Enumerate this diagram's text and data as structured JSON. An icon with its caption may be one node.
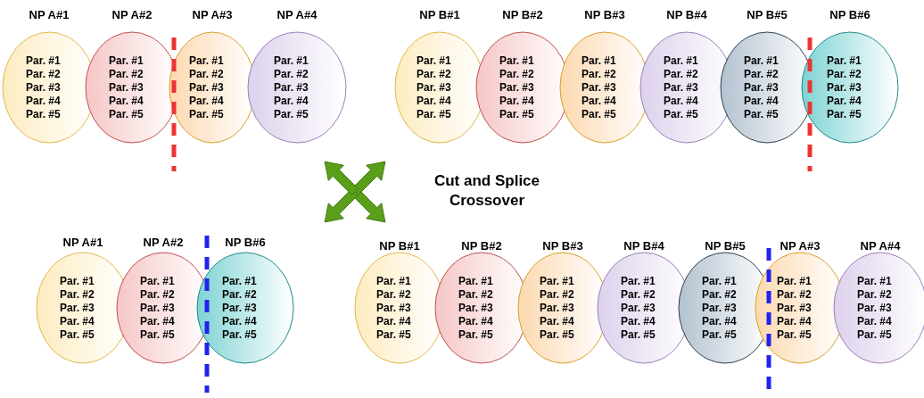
{
  "diagram": {
    "nodes": [
      {
        "text": [
          "NP A#1",
          "Par. #1 Par. #2 Par. #3 Par. #4 Par. #5"
        ]
      },
      {
        "text": [
          "NP A#2",
          "Par. #1 Par. #2 Par. #3 Par. #4 Par. #5"
        ]
      },
      {
        "text": [
          "NP A#3",
          "Par. #1 Par. #2 Par. #3 Par. #4 Par. #5"
        ]
      },
      {
        "text": [
          "NP A#4",
          "Par. #1 Par. #2 Par. #3 Par. #4 Par. #5"
        ]
      },
      {
        "text": [
          "NP B#1",
          "Par. #1 Par. #2 Par. #3 Par. #4 Par. #5"
        ]
      },
      {
        "text": [
          "NP B#2",
          "Par. #1 Par. #2 Par. #3 Par. #4 Par. #5"
        ]
      },
      {
        "text": [
          "NP B#3",
          "Par. #1 Par. #2 Par. #3 Par. #4 Par. #5"
        ]
      },
      {
        "text": [
          "NP B#4",
          "Par. #1 Par. #2 Par. #3 Par. #4 Par. #5"
        ]
      },
      {
        "text": [
          "NP B#5",
          "Par. #1 Par. #2 Par. #3 Par. #4 Par. #5"
        ]
      },
      {
        "text": [
          "NP B#6",
          "Par. #1 Par. #2 Par. #3 Par. #4 Par. #5"
        ]
      },
      {
        "text": [
          "NP A#1",
          "Par. #1 Par. #2 Par. #3 Par. #4 Par. #5"
        ]
      },
      {
        "text": [
          "NP A#2",
          "Par. #1 Par. #2 Par. #3 Par. #4 Par. #5"
        ]
      },
      {
        "text": [
          "NP B#6",
          "Par. #1 Par. #2 Par. #3 Par. #4 Par. #5"
        ]
      },
      {
        "text": [
          "NP B#1",
          "Par. #1 Par. #2 Par. #3 Par. #4 Par. #5"
        ]
      },
      {
        "text": [
          "NP B#2",
          "Par. #1 Par. #2 Par. #3 Par. #4 Par. #5"
        ]
      },
      {
        "text": [
          "NP B#3",
          "Par. #1 Par. #2 Par. #3 Par. #4 Par. #5"
        ]
      },
      {
        "text": [
          "NP B#4",
          "Par. #1 Par. #2 Par. #3 Par. #4 Par. #5"
        ]
      },
      {
        "text": [
          "NP B#5",
          "Par. #1 Par. #2 Par. #3 Par. #4 Par. #5"
        ]
      },
      {
        "text": [
          "NP A#3",
          "Par. #1 Par. #2 Par. #3 Par. #4 Par. #5"
        ]
      },
      {
        "text": [
          "NP A#4",
          "Par. #1 Par. #2 Par. #3 Par. #4 Par. #5"
        ]
      }
    ],
    "edges": [],
    "labels": [
      "Cut and Splice Crossover"
    ]
  }
}
